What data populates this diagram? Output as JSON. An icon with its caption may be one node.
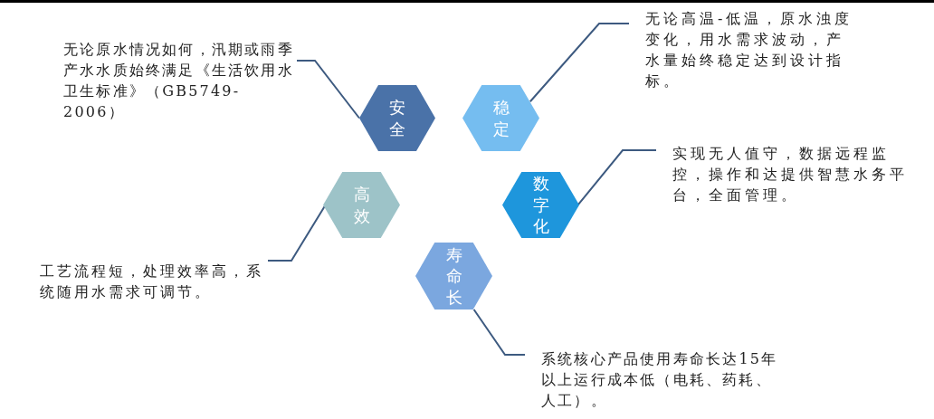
{
  "diagram": {
    "nodes": [
      {
        "text": [
          "无论原水情况如何，汛期或雨季产水水质始终满足《生活饮用水卫生标准》（GB5749-2006）"
        ]
      },
      {
        "text": [
          "安全"
        ]
      },
      {
        "text": [
          "稳定"
        ]
      },
      {
        "text": [
          "无论高温-低温，原水浊度变化，用水需求波动，产水量始终稳定达到设计指标。"
        ]
      },
      {
        "text": [
          "高效"
        ]
      },
      {
        "text": [
          "数字化"
        ]
      },
      {
        "text": [
          "实现无人值守，数据远程监控，操作和达提供智慧水务平台，全面管理。"
        ]
      },
      {
        "text": [
          "工艺流程短，处理效率高，系统随用水需求可调节。"
        ]
      },
      {
        "text": [
          "寿命长"
        ]
      },
      {
        "text": [
          "系统核心产品使用寿命长达15年以上运行成本低（电耗、药耗、人工）。"
        ]
      }
    ],
    "edges": [
      {
        "from": 0,
        "to": 1,
        "arrow": "none"
      },
      {
        "from": 3,
        "to": 2,
        "arrow": "none"
      },
      {
        "from": 6,
        "to": 5,
        "arrow": "none"
      },
      {
        "from": 7,
        "to": 4,
        "arrow": "none"
      },
      {
        "from": 9,
        "to": 8,
        "arrow": "none"
      }
    ]
  }
}
